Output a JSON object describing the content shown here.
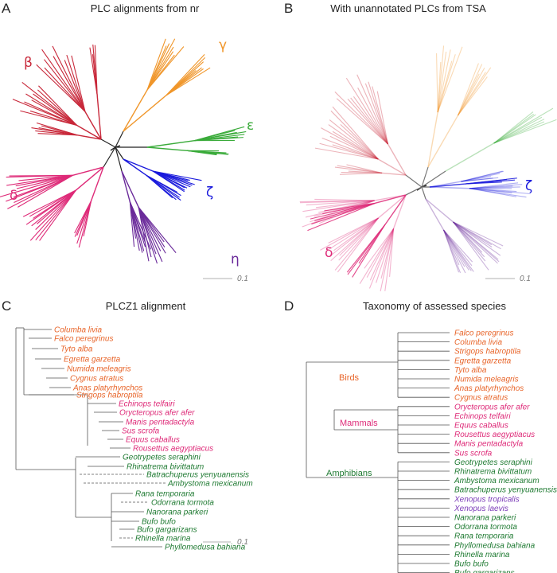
{
  "colors": {
    "beta": "#c8283a",
    "gamma": "#f0962a",
    "epsilon": "#3aab3a",
    "zeta": "#1a1adc",
    "eta": "#6a2a9a",
    "delta": "#de2a78",
    "bird": "#e8652a",
    "mammal": "#de2a78",
    "amphibian": "#1f7a32",
    "xenopus": "#7b3bb8",
    "line": "#555555",
    "scale": "#888888"
  },
  "panelA": {
    "letter": "A",
    "title": "PLC alignments from nr",
    "labels": {
      "beta": "β",
      "gamma": "γ",
      "epsilon": "ε",
      "zeta": "ζ",
      "eta": "η",
      "delta": "δ"
    },
    "scale": "0.1"
  },
  "panelB": {
    "letter": "B",
    "title": "With unannotated PLCs from TSA",
    "labels": {
      "zeta": "ζ",
      "delta": "δ"
    },
    "scale": "0.1"
  },
  "panelC": {
    "letter": "C",
    "title": "PLCZ1 alignment",
    "scale": "0.1",
    "species": [
      {
        "name": "Columba livia",
        "group": "bird"
      },
      {
        "name": "Falco peregrinus",
        "group": "bird"
      },
      {
        "name": "Tyto alba",
        "group": "bird"
      },
      {
        "name": "Egretta garzetta",
        "group": "bird"
      },
      {
        "name": "Numida meleagris",
        "group": "bird"
      },
      {
        "name": "Cygnus atratus",
        "group": "bird"
      },
      {
        "name": "Anas platyrhynchos",
        "group": "bird"
      },
      {
        "name": "Strigops habroptila",
        "group": "bird"
      },
      {
        "name": "Echinops telfairi",
        "group": "mammal"
      },
      {
        "name": "Orycteropus afer afer",
        "group": "mammal"
      },
      {
        "name": "Manis pentadactyla",
        "group": "mammal"
      },
      {
        "name": "Sus scrofa",
        "group": "mammal"
      },
      {
        "name": "Equus caballus",
        "group": "mammal"
      },
      {
        "name": "Rousettus aegyptiacus",
        "group": "mammal"
      },
      {
        "name": "Geotrypetes seraphini",
        "group": "amphibian"
      },
      {
        "name": "Rhinatrema bivittatum",
        "group": "amphibian"
      },
      {
        "name": "Batrachuperus yenyuanensis",
        "group": "amphibian"
      },
      {
        "name": "Ambystoma mexicanum",
        "group": "amphibian"
      },
      {
        "name": "Rana temporaria",
        "group": "amphibian"
      },
      {
        "name": "Odorrana tormota",
        "group": "amphibian"
      },
      {
        "name": "Nanorana parkeri",
        "group": "amphibian"
      },
      {
        "name": "Bufo bufo",
        "group": "amphibian"
      },
      {
        "name": "Bufo gargarizans",
        "group": "amphibian"
      },
      {
        "name": "Rhinella marina",
        "group": "amphibian"
      },
      {
        "name": "Phyllomedusa bahiana",
        "group": "amphibian"
      }
    ]
  },
  "panelD": {
    "letter": "D",
    "title": "Taxonomy of assessed species",
    "groups": {
      "birds": "Birds",
      "mammals": "Mammals",
      "amphibians": "Amphibians"
    },
    "species": [
      {
        "name": "Falco peregrinus",
        "group": "bird"
      },
      {
        "name": "Columba livia",
        "group": "bird"
      },
      {
        "name": "Strigops habroptila",
        "group": "bird"
      },
      {
        "name": "Egretta garzetta",
        "group": "bird"
      },
      {
        "name": "Tyto alba",
        "group": "bird"
      },
      {
        "name": "Numida meleagris",
        "group": "bird"
      },
      {
        "name": "Anas platyrhynchos",
        "group": "bird"
      },
      {
        "name": "Cygnus atratus",
        "group": "bird"
      },
      {
        "name": "Orycteropus afer afer",
        "group": "mammal"
      },
      {
        "name": "Echinops telfairi",
        "group": "mammal"
      },
      {
        "name": "Equus caballus",
        "group": "mammal"
      },
      {
        "name": "Rousettus aegyptiacus",
        "group": "mammal"
      },
      {
        "name": "Manis pentadactyla",
        "group": "mammal"
      },
      {
        "name": "Sus scrofa",
        "group": "mammal"
      },
      {
        "name": "Geotrypetes seraphini",
        "group": "amphibian"
      },
      {
        "name": "Rhinatrema bivittatum",
        "group": "amphibian"
      },
      {
        "name": "Ambystoma mexicanum",
        "group": "amphibian"
      },
      {
        "name": "Batrachuperus yenyuanensis",
        "group": "amphibian"
      },
      {
        "name": "Xenopus tropicalis",
        "group": "xenopus"
      },
      {
        "name": "Xenopus laevis",
        "group": "xenopus"
      },
      {
        "name": "Nanorana parkeri",
        "group": "amphibian"
      },
      {
        "name": "Odorrana tormota",
        "group": "amphibian"
      },
      {
        "name": "Rana temporaria",
        "group": "amphibian"
      },
      {
        "name": "Phyllomedusa bahiana",
        "group": "amphibian"
      },
      {
        "name": "Rhinella marina",
        "group": "amphibian"
      },
      {
        "name": "Bufo bufo",
        "group": "amphibian"
      },
      {
        "name": "Bufo gargarizans",
        "group": "amphibian"
      }
    ]
  }
}
